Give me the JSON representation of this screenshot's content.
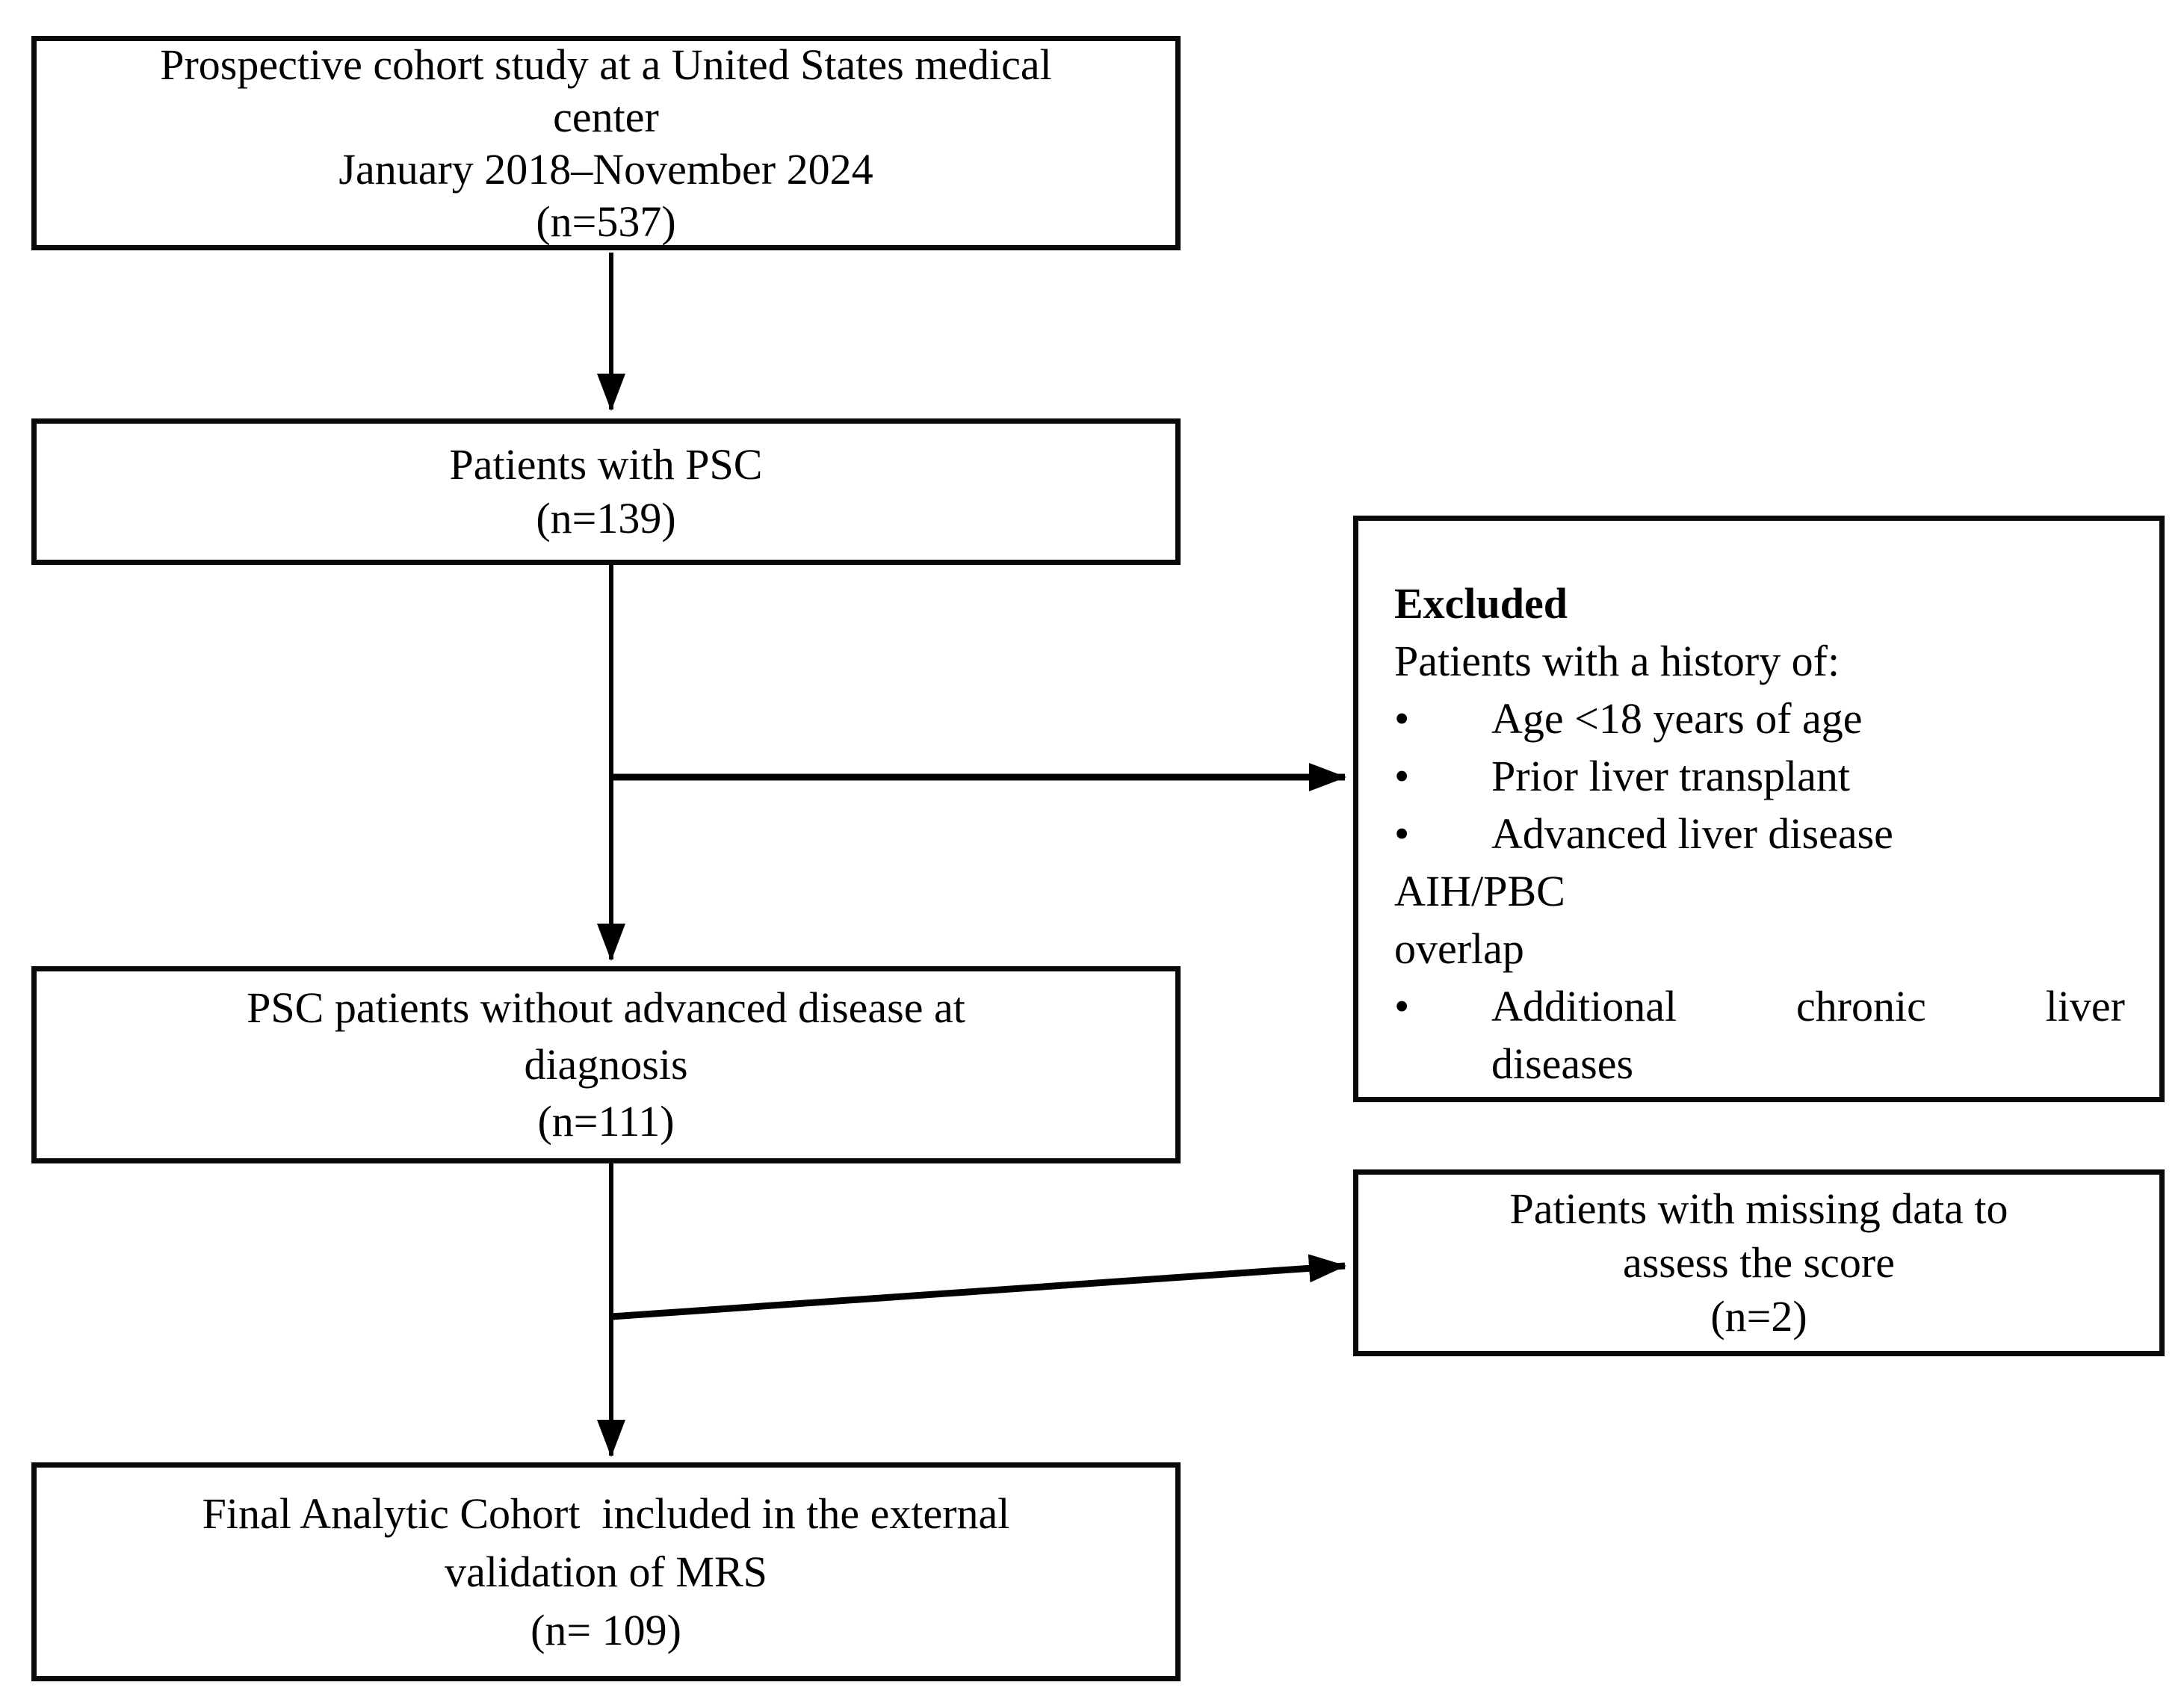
{
  "figure": {
    "background_color": "#ffffff",
    "line_color": "#000000",
    "boxes": {
      "cohort": {
        "line1": "Prospective cohort study at a United States medical",
        "line2": "center",
        "line3": "January 2018–November 2024",
        "line4": "(n=537)"
      },
      "psc": {
        "line1": "Patients with PSC",
        "line2": "(n=139)"
      },
      "excluded": {
        "title": "Excluded",
        "subtitle": "Patients with a history of:",
        "bullet_glyph": "•",
        "bullets": [
          "Age <18 years of age",
          "Prior liver transplant",
          "Advanced liver disease",
          "AIH/PBC overlap"
        ],
        "last_bullet": {
          "line1": "Additional chronic liver",
          "line2": "diseases"
        }
      },
      "no_advanced": {
        "line1": "PSC patients without advanced disease at",
        "line2": "diagnosis",
        "line3": "(n=111)"
      },
      "missing": {
        "line1": "Patients with missing data to",
        "line2": "assess the score",
        "line3": "(n=2)"
      },
      "final": {
        "line1": "Final Analytic Cohort  included in the external",
        "line2": "validation of MRS",
        "line3": "(n= 109)"
      }
    }
  }
}
